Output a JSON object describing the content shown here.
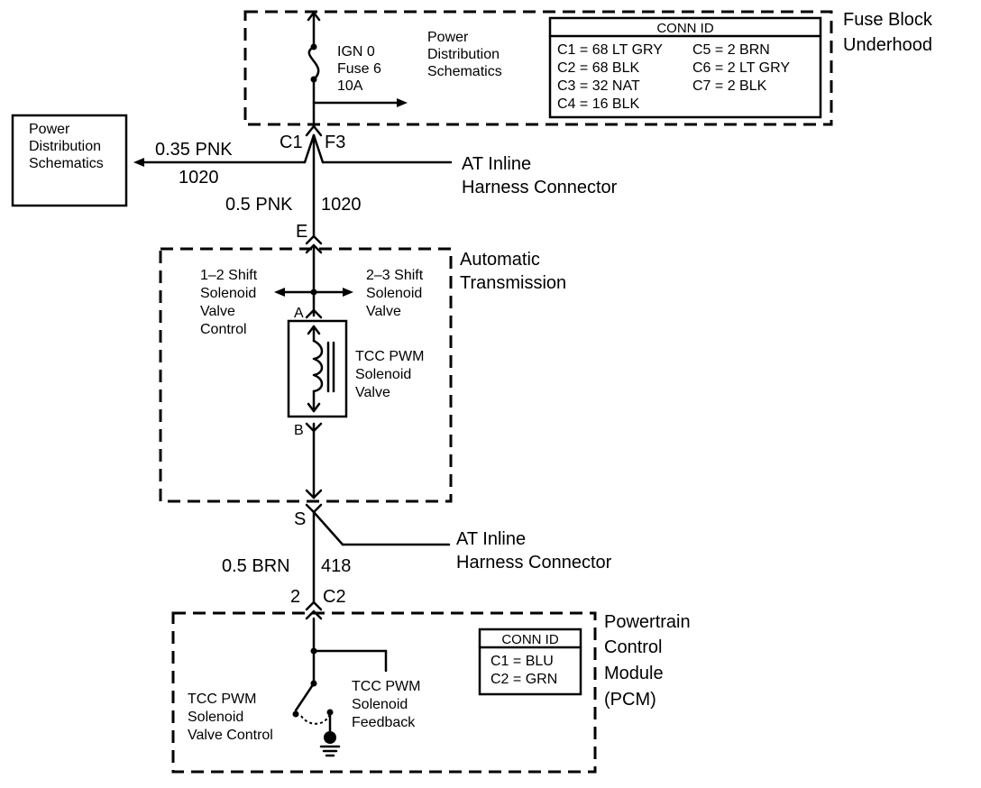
{
  "fuse_block": {
    "title_line1": "Fuse Block",
    "title_line2": "Underhood",
    "fuse_line1": "IGN 0",
    "fuse_line2": "Fuse 6",
    "fuse_line3": "10A",
    "pd_line1": "Power",
    "pd_line2": "Distribution",
    "pd_line3": "Schematics",
    "conn_id": {
      "header": "CONN ID",
      "entries": [
        "C1 = 68 LT GRY",
        "C5 = 2 BRN",
        "C2 = 68 BLK",
        "C6 = 2 LT GRY",
        "C3 = 32 NAT",
        "C7 = 2 BLK",
        "C4 = 16 BLK"
      ]
    },
    "pin_connector": "C1",
    "pin": "F3"
  },
  "left_box": {
    "line1": "Power",
    "line2": "Distribution",
    "line3": "Schematics"
  },
  "branch_wire": {
    "color": "0.35 PNK",
    "circuit": "1020"
  },
  "inline_connector_1": {
    "line1": "AT Inline",
    "line2": "Harness Connector",
    "pin": "E"
  },
  "wire_upper": {
    "color": "0.5 PNK",
    "circuit": "1020"
  },
  "transmission": {
    "title_line1": "Automatic",
    "title_line2": "Transmission",
    "left_label": [
      "1–2 Shift",
      "Solenoid",
      "Valve",
      "Control"
    ],
    "right_label": [
      "2–3 Shift",
      "Solenoid",
      "Valve"
    ],
    "pin_a": "A",
    "pin_b": "B",
    "solenoid_label": [
      "TCC PWM",
      "Solenoid",
      "Valve"
    ]
  },
  "inline_connector_2": {
    "line1": "AT Inline",
    "line2": "Harness Connector",
    "pin": "S"
  },
  "wire_lower": {
    "color": "0.5 BRN",
    "circuit": "418"
  },
  "pcm": {
    "pin": "2",
    "connector": "C2",
    "title": [
      "Powertrain",
      "Control",
      "Module",
      "(PCM)"
    ],
    "conn_id": {
      "header": "CONN ID",
      "entries": [
        "C1 = BLU",
        "C2 = GRN"
      ]
    },
    "control_label": [
      "TCC PWM",
      "Solenoid",
      "Valve Control"
    ],
    "feedback_label": [
      "TCC PWM",
      "Solenoid",
      "Feedback"
    ]
  }
}
